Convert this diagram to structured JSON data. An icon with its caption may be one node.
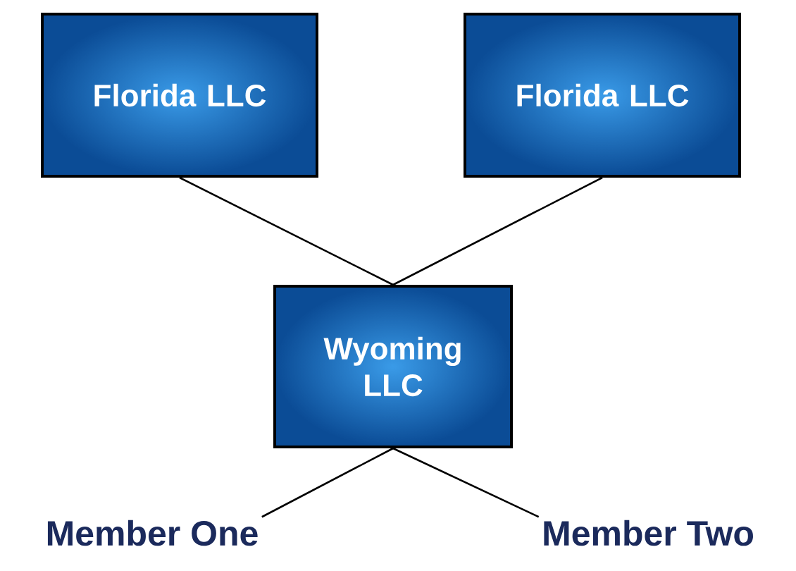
{
  "diagram": {
    "nodes": [
      {
        "text": [
          "Florida LLC"
        ]
      },
      {
        "text": [
          "Florida LLC"
        ]
      },
      {
        "text": [
          "Wyoming LLC"
        ]
      },
      {
        "text": [
          "Member One"
        ]
      },
      {
        "text": [
          "Member Two"
        ]
      }
    ],
    "edges": [
      {
        "from": 0,
        "to": 2,
        "arrow": "none"
      },
      {
        "from": 1,
        "to": 2,
        "arrow": "none"
      },
      {
        "from": 2,
        "to": 3,
        "arrow": "none"
      },
      {
        "from": 2,
        "to": 4,
        "arrow": "none"
      }
    ]
  }
}
